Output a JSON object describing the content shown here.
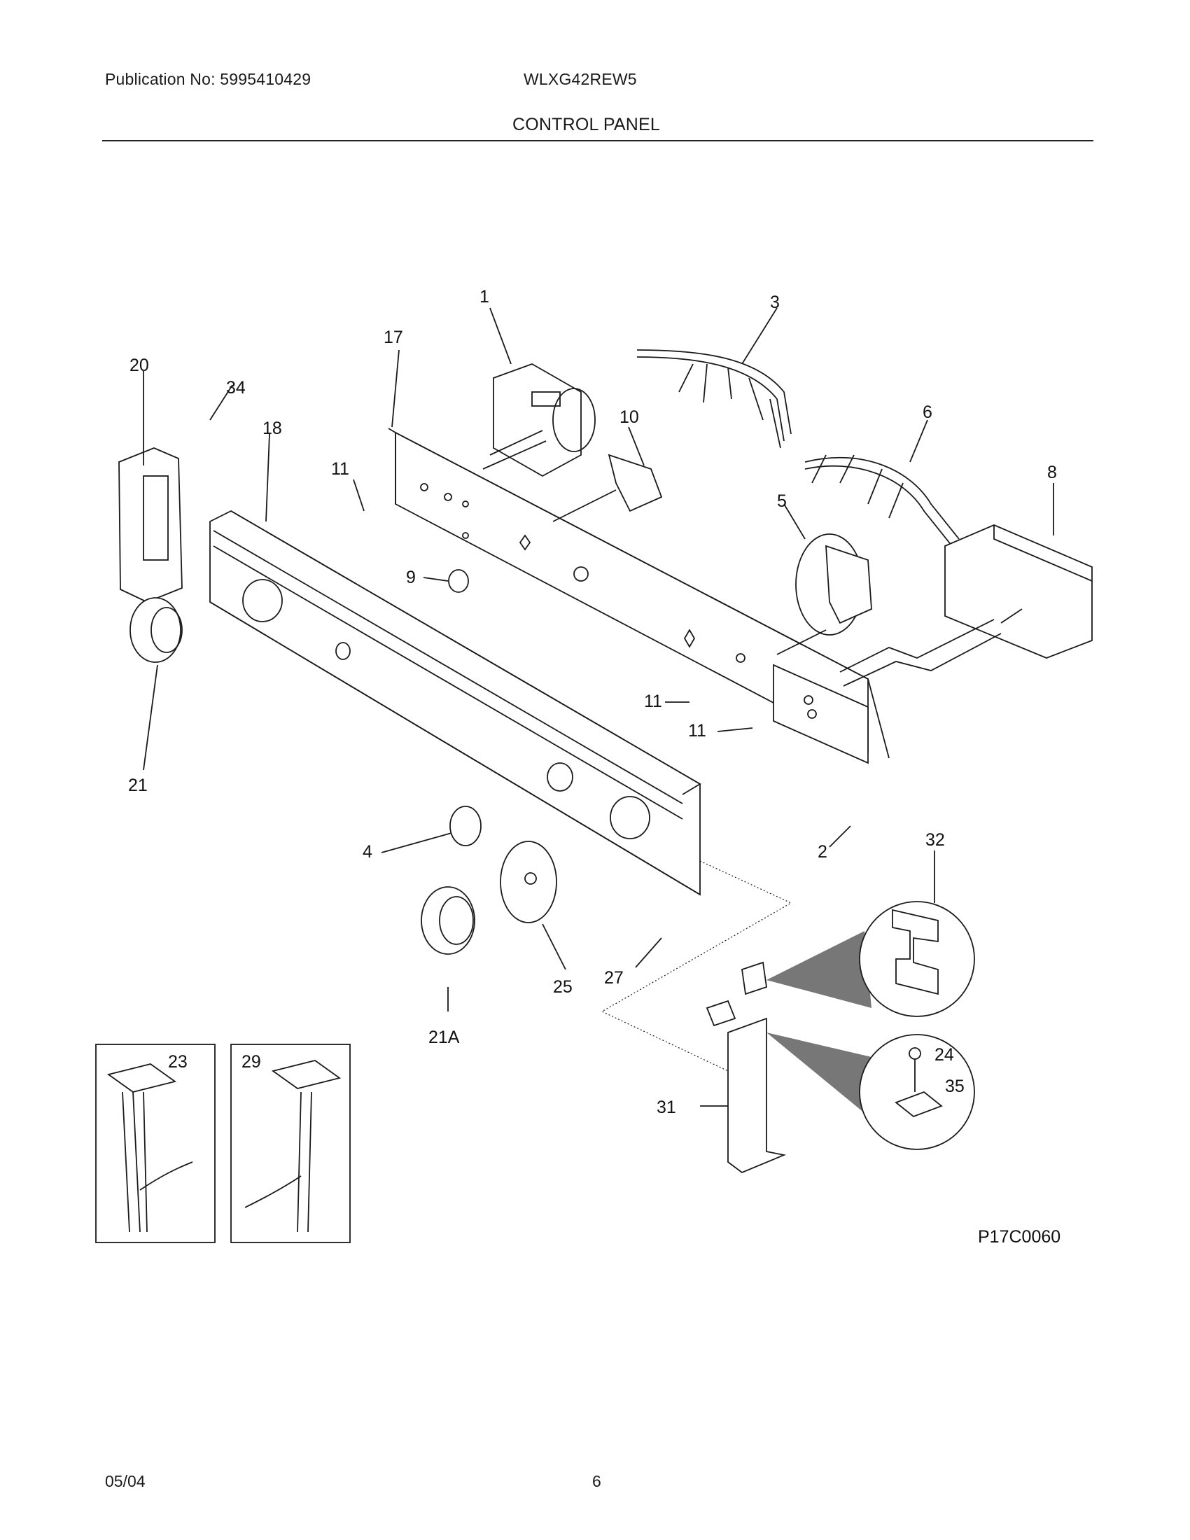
{
  "header": {
    "publication": "Publication No: 5995410429",
    "model": "WLXG42REW5",
    "section_title": "CONTROL PANEL"
  },
  "figure_code": "P17C0060",
  "callouts": {
    "c1": "1",
    "c2": "2",
    "c3": "3",
    "c4": "4",
    "c5": "5",
    "c6": "6",
    "c8": "8",
    "c9": "9",
    "c10": "10",
    "c11a": "11",
    "c11b": "11",
    "c11c": "11",
    "c17": "17",
    "c18": "18",
    "c20": "20",
    "c21": "21",
    "c21a": "21A",
    "c23": "23",
    "c24": "24",
    "c25": "25",
    "c27": "27",
    "c29": "29",
    "c31": "31",
    "c32": "32",
    "c34": "34",
    "c35": "35"
  },
  "footer": {
    "date": "05/04",
    "page": "6"
  }
}
